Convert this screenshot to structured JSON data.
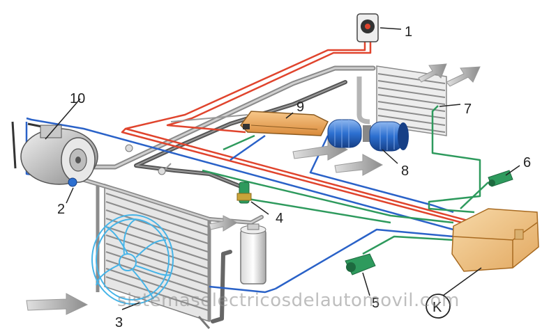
{
  "labels": {
    "l1": "1",
    "l2": "2",
    "l3": "3",
    "l4": "4",
    "l5": "5",
    "l6": "6",
    "l7": "7",
    "l8": "8",
    "l9": "9",
    "l10": "10",
    "k": "K"
  },
  "watermark": "sistemaselectricosdelautomovil.com",
  "colors": {
    "red_line": "#e0442d",
    "blue_line": "#2a62c8",
    "green_line": "#2e9a5d",
    "pipe_gray": "#9a9a9a",
    "pipe_dark": "#555555",
    "module_orange": "#f2c98a",
    "ecu_orange": "#f0b268",
    "fan_cyan": "#45b4e8",
    "blower_blue": "#2c6fd0"
  }
}
